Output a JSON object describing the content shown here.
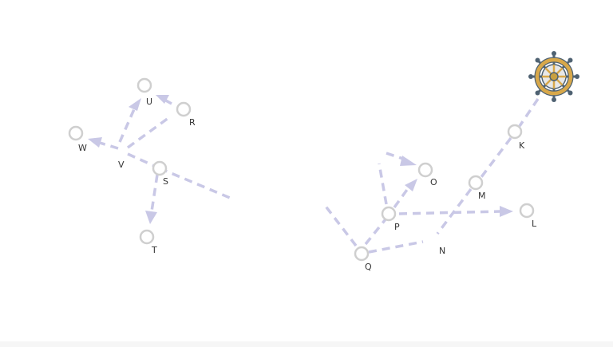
{
  "board": {
    "background": "#ffffff",
    "edge_color": "#c9c8e6",
    "node_stroke_color": "#cfcfcf",
    "label_color": "#333333"
  },
  "nodes": {
    "U": {
      "label": "U"
    },
    "R": {
      "label": "R"
    },
    "W": {
      "label": "W"
    },
    "V": {
      "label": "V"
    },
    "S": {
      "label": "S"
    },
    "T": {
      "label": "T"
    },
    "K": {
      "label": "K"
    },
    "O": {
      "label": "O"
    },
    "M": {
      "label": "M"
    },
    "P": {
      "label": "P"
    },
    "L": {
      "label": "L"
    },
    "N": {
      "label": "N"
    },
    "Q": {
      "label": "Q"
    }
  },
  "player_token": {
    "icon": "ship-wheel-icon",
    "colors": {
      "rim": "#d8a84a",
      "outline": "#4f6272",
      "hub": "#c8a040",
      "inner": "#e8e8e8"
    }
  }
}
